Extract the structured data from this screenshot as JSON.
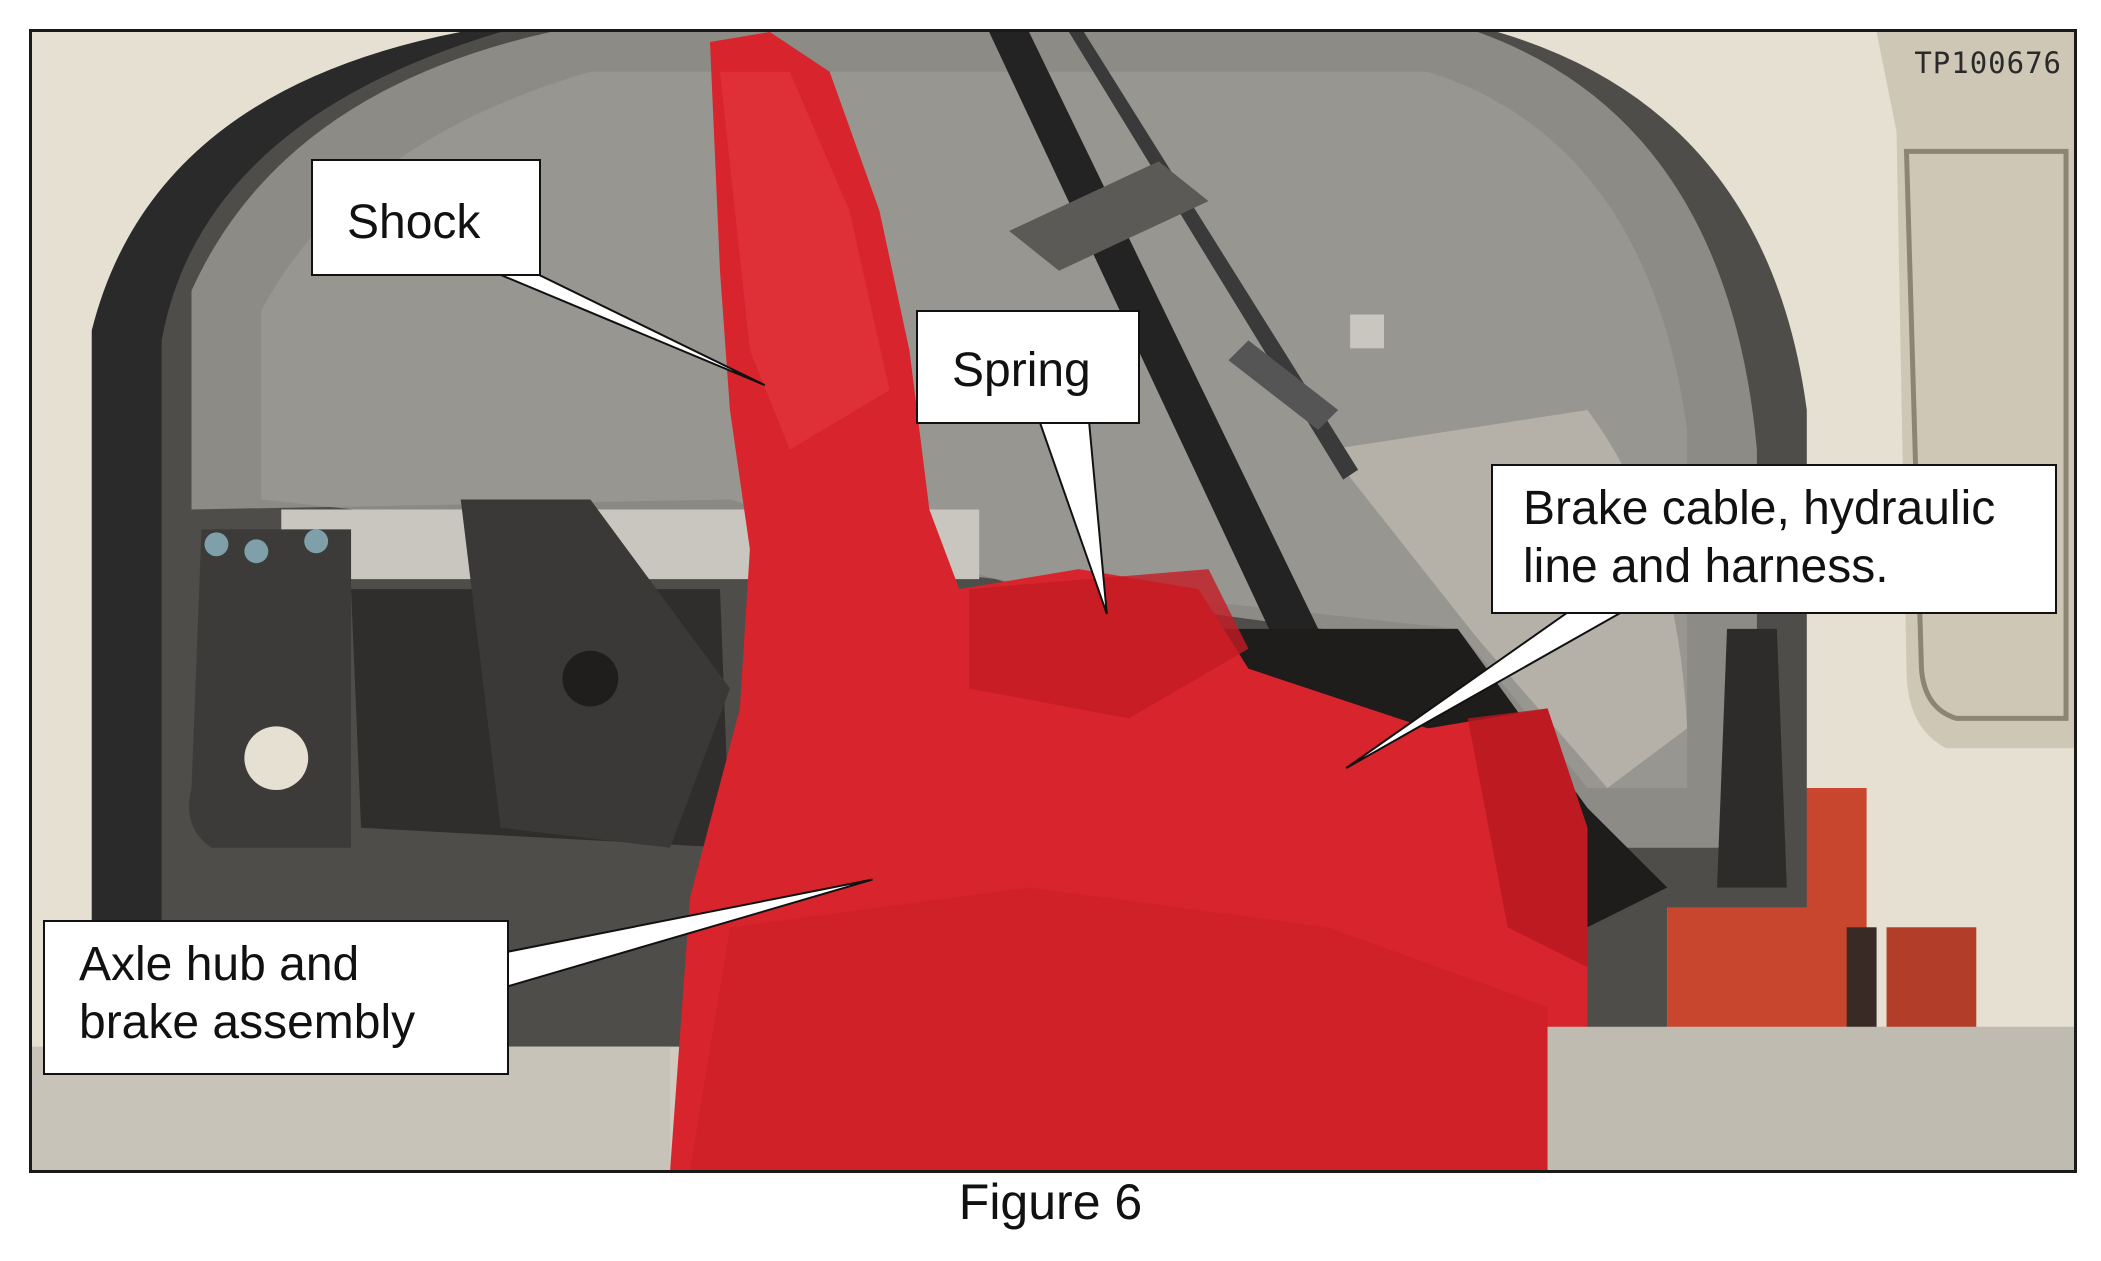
{
  "figure": {
    "photo_id": "TP100676",
    "caption": "Figure 6"
  },
  "callouts": {
    "shock": {
      "label": "Shock"
    },
    "spring": {
      "label": "Spring"
    },
    "brake": {
      "lines": [
        "Brake cable, hydraulic",
        "line and harness."
      ]
    },
    "axle": {
      "lines": [
        "Axle hub and",
        "brake assembly"
      ]
    }
  },
  "colors": {
    "cover_red": "#d8242c",
    "body_beige": "#e6e0d2",
    "liner_gray": "#8d8b86",
    "lift_orange": "#c9462e"
  }
}
